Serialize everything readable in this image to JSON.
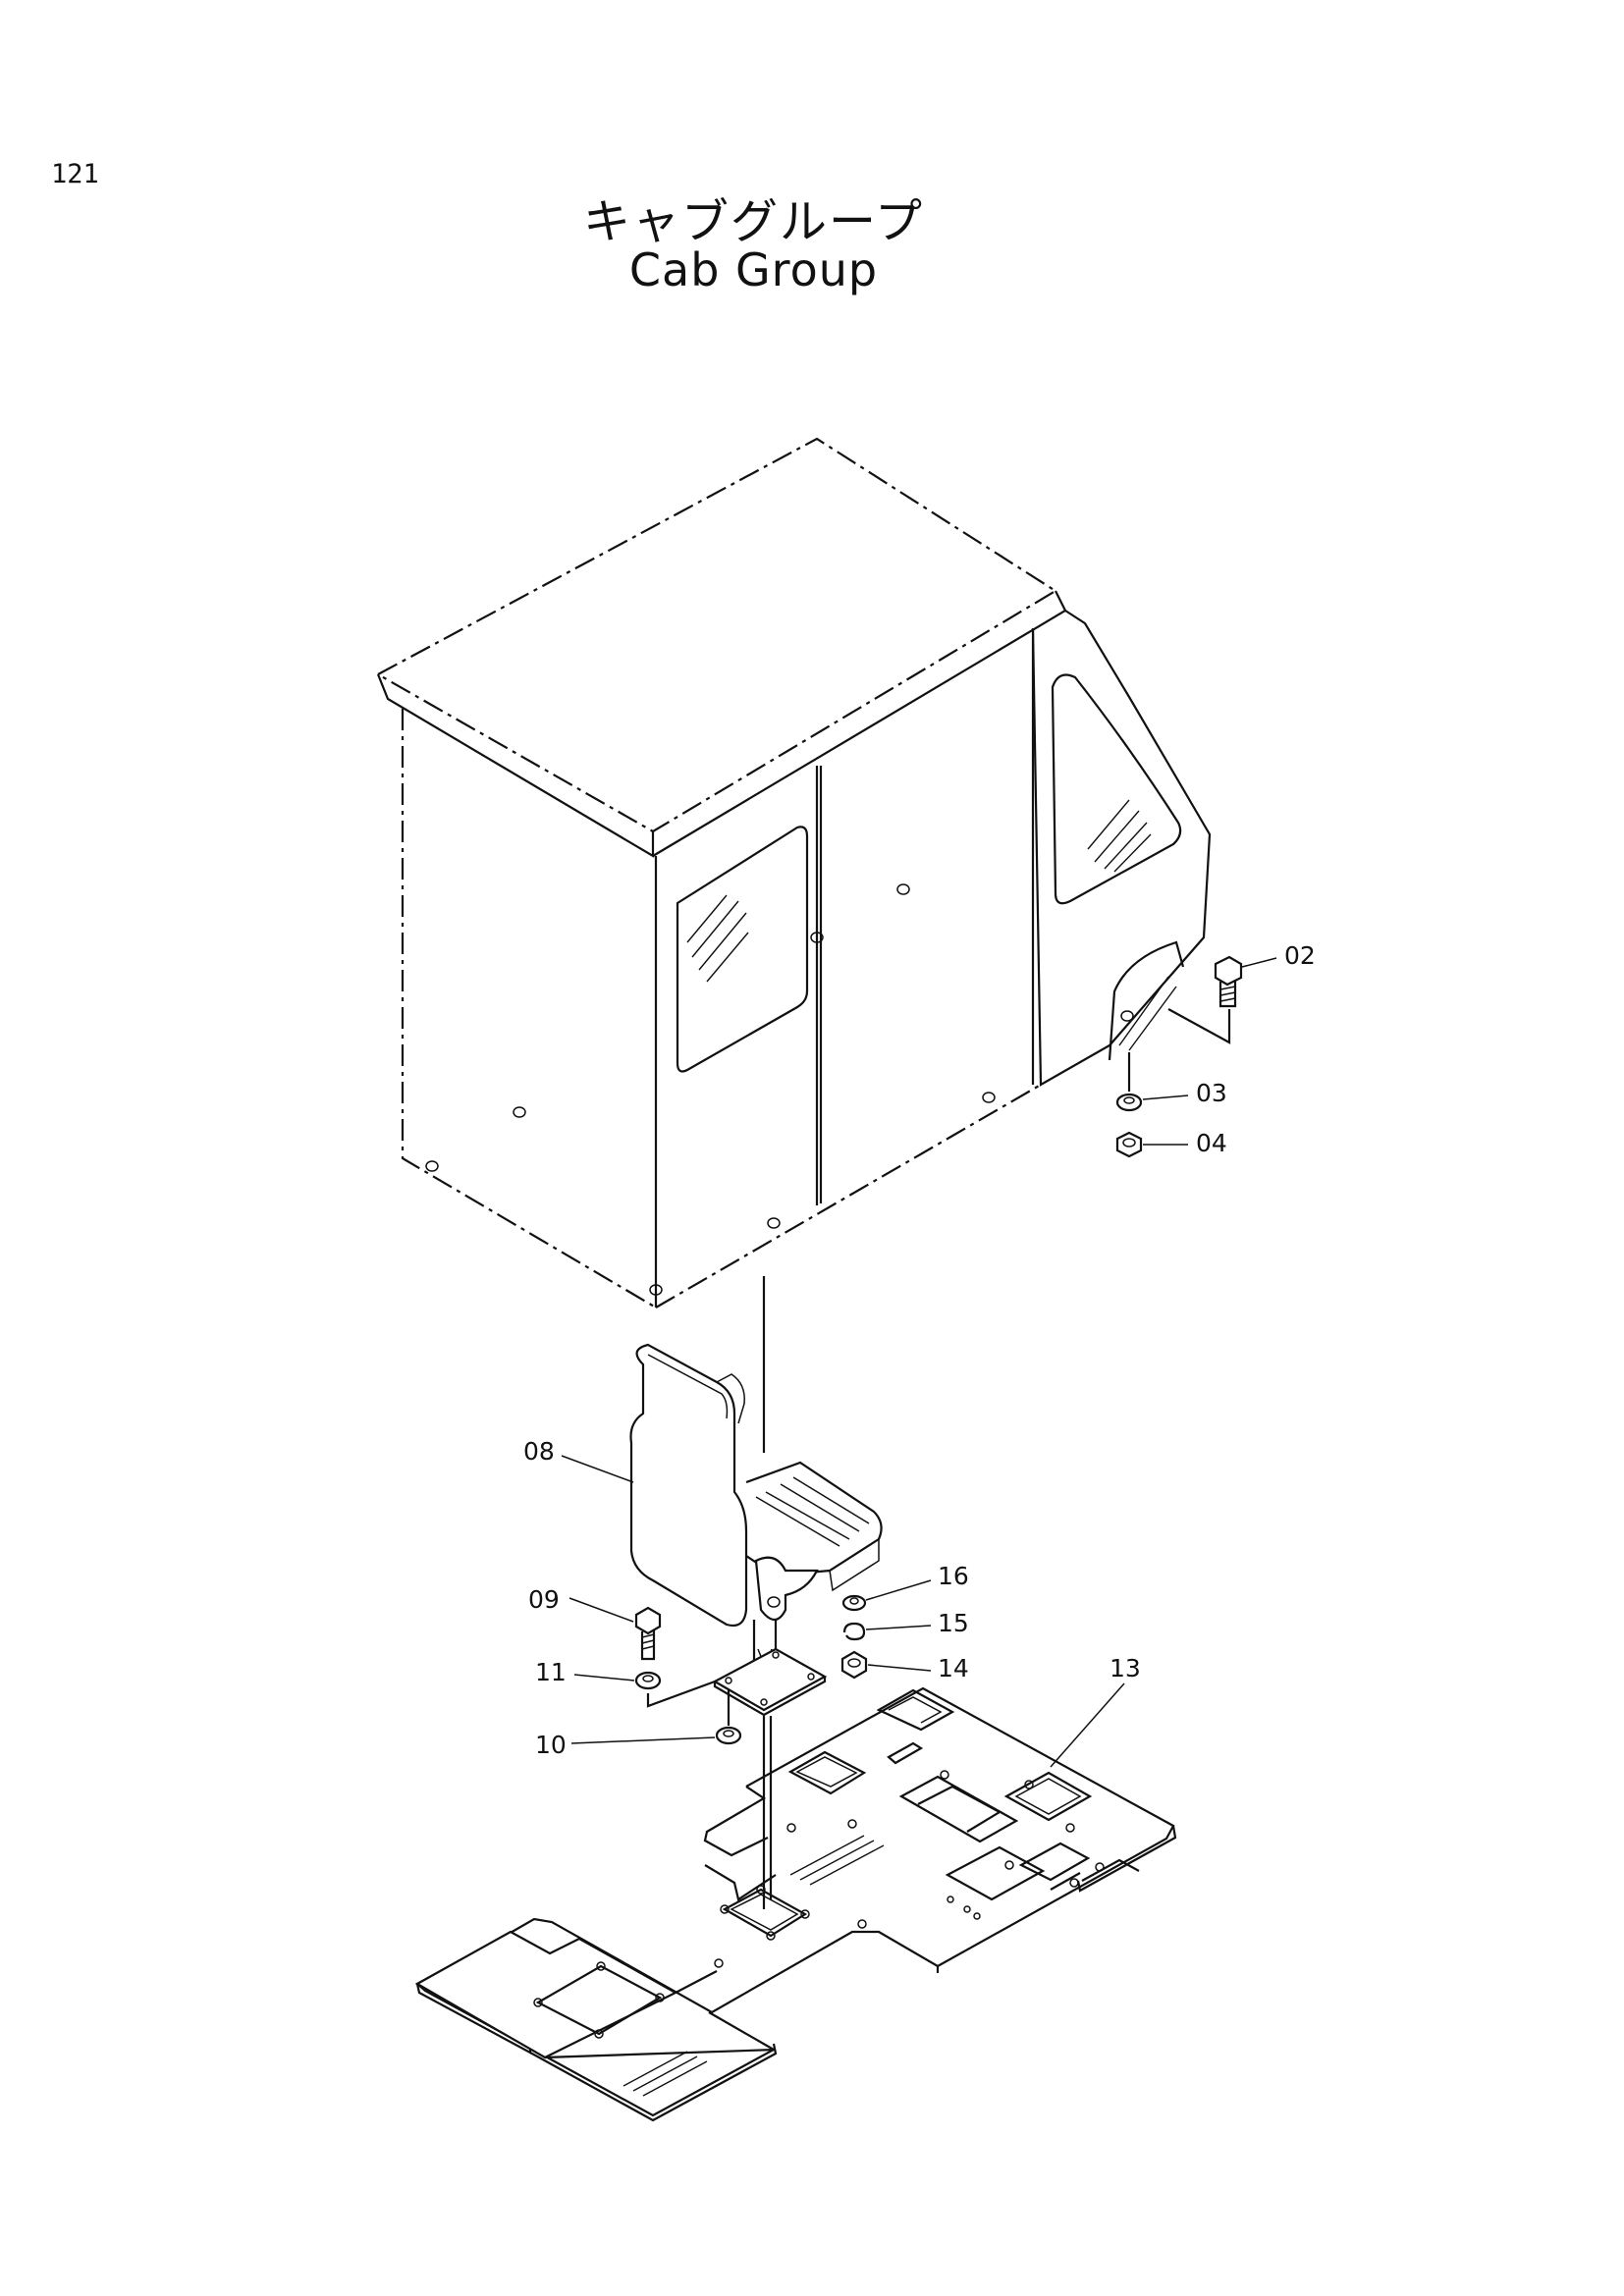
{
  "page_number": "121",
  "title_jp": "キャブグループ",
  "title_en": "Cab Group",
  "callouts": {
    "c02": "02",
    "c03": "03",
    "c04": "04",
    "c08": "08",
    "c09": "09",
    "c10": "10",
    "c11": "11",
    "c13": "13",
    "c14": "14",
    "c15": "15",
    "c16": "16"
  }
}
